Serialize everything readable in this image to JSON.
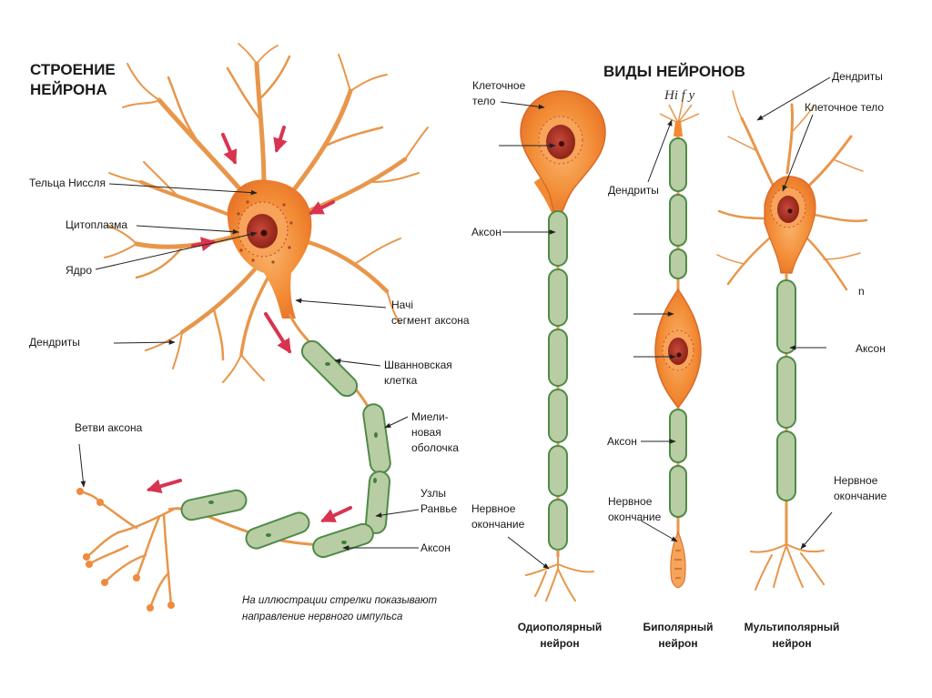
{
  "left": {
    "title": [
      "СТРОЕНИЕ",
      "НЕЙРОНА"
    ],
    "labels": {
      "nissl": "Тельца Ниссля",
      "cytoplasm": "Цитоплазма",
      "nucleus": "Ядро",
      "dendrites": "Дендриты",
      "initial_segment": [
        "Начі",
        "сегмент аксона"
      ],
      "schwann": [
        "Шванновская",
        "клетка"
      ],
      "myelin": [
        "Миели-",
        "новая",
        "оболочка"
      ],
      "ranvier": [
        "Узлы",
        "Ранвье"
      ],
      "axon": "Аксон",
      "axon_branches": "Ветви аксона"
    },
    "note": [
      "На иллюстрации стрелки показывают",
      "направление нервного импульса"
    ]
  },
  "right": {
    "title": "ВИДЫ НЕЙРОНОВ",
    "unipolar": {
      "cell_body": [
        "Клеточное",
        "тело"
      ],
      "axon": "Аксон",
      "ending": [
        "Нервное",
        "окончание"
      ],
      "caption": [
        "Одиополярный",
        "нейрон"
      ]
    },
    "bipolar": {
      "dendrites": "Дендриты",
      "fragment": "Hi f y",
      "axon": "Аксон",
      "ending": [
        "Нервное",
        "окончание"
      ],
      "caption": [
        "Биполярный",
        "нейрон"
      ]
    },
    "multipolar": {
      "dendrites": "Дендриты",
      "cell_body": "Клеточное тело",
      "fragment": "n",
      "axon": "Аксон",
      "ending": [
        "Нервное",
        "окончание"
      ],
      "caption": [
        "Мультиполярный",
        "нейрон"
      ]
    }
  },
  "colors": {
    "cell": "#f2872f",
    "cell_light": "#f8b36a",
    "nucleus": "#b8312a",
    "dendrite": "#e8964a",
    "myelin": "#b9cda4",
    "myelin_edge": "#4f8a48",
    "arrow": "#d8344f"
  }
}
